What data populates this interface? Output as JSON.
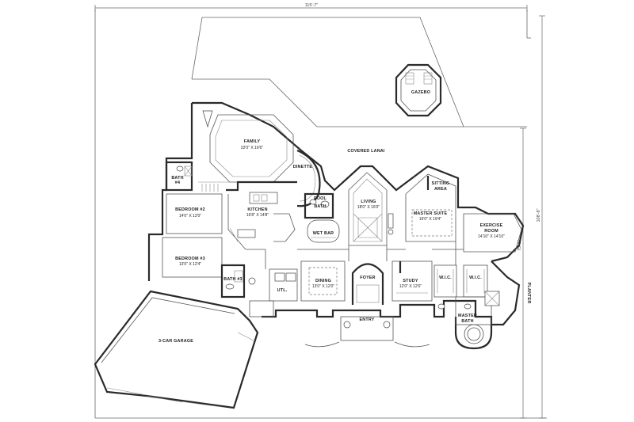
{
  "dimensions": {
    "overall_width": "115'-7\"",
    "overall_depth": "108'-8\"",
    "partial_depth": "75'-1\""
  },
  "rooms": {
    "family": {
      "name": "FAMILY",
      "size": "22'0\" X 16'6\""
    },
    "dinette": {
      "name": "DINETTE"
    },
    "covered_lanai": {
      "name": "COVERED LANAI"
    },
    "gazebo": {
      "name": "GAZEBO"
    },
    "bath4": {
      "name": "BATH",
      "num": "#4"
    },
    "bedroom2": {
      "name": "BEDROOM #2",
      "size": "14'0\" X 12'0\""
    },
    "kitchen": {
      "name": "KITCHEN",
      "size": "16'8\" X 14'8\""
    },
    "pool_bath": {
      "name": "POOL",
      "name2": "BATH"
    },
    "wet_bar": {
      "name": "WET BAR"
    },
    "living": {
      "name": "LIVING",
      "size": "18'0\" X 16'0\""
    },
    "sitting_area": {
      "name": "SITTING",
      "name2": "AREA"
    },
    "master_suite": {
      "name": "MASTER SUITE",
      "size": "16'0\" X 19'4\""
    },
    "exercise_room": {
      "name": "EXERCISE",
      "name2": "ROOM",
      "size": "14'10\" X 14'10\""
    },
    "bedroom3": {
      "name": "BEDROOM #3",
      "size": "13'0\" X 12'4\""
    },
    "bath3": {
      "name": "BATH #3"
    },
    "utl": {
      "name": "UTL."
    },
    "dining": {
      "name": "DINING",
      "size": "13'0\" X 12'0\""
    },
    "foyer": {
      "name": "FOYER"
    },
    "study": {
      "name": "STUDY",
      "size": "12'0\" X 12'0\""
    },
    "wic1": {
      "name": "W.I.C."
    },
    "wic2": {
      "name": "W.I.C."
    },
    "master_bath": {
      "name": "MASTER",
      "name2": "BATH"
    },
    "planter": {
      "name": "PLANTER"
    },
    "entry": {
      "name": "ENTRY"
    },
    "garage": {
      "name": "3-CAR GARAGE"
    }
  }
}
